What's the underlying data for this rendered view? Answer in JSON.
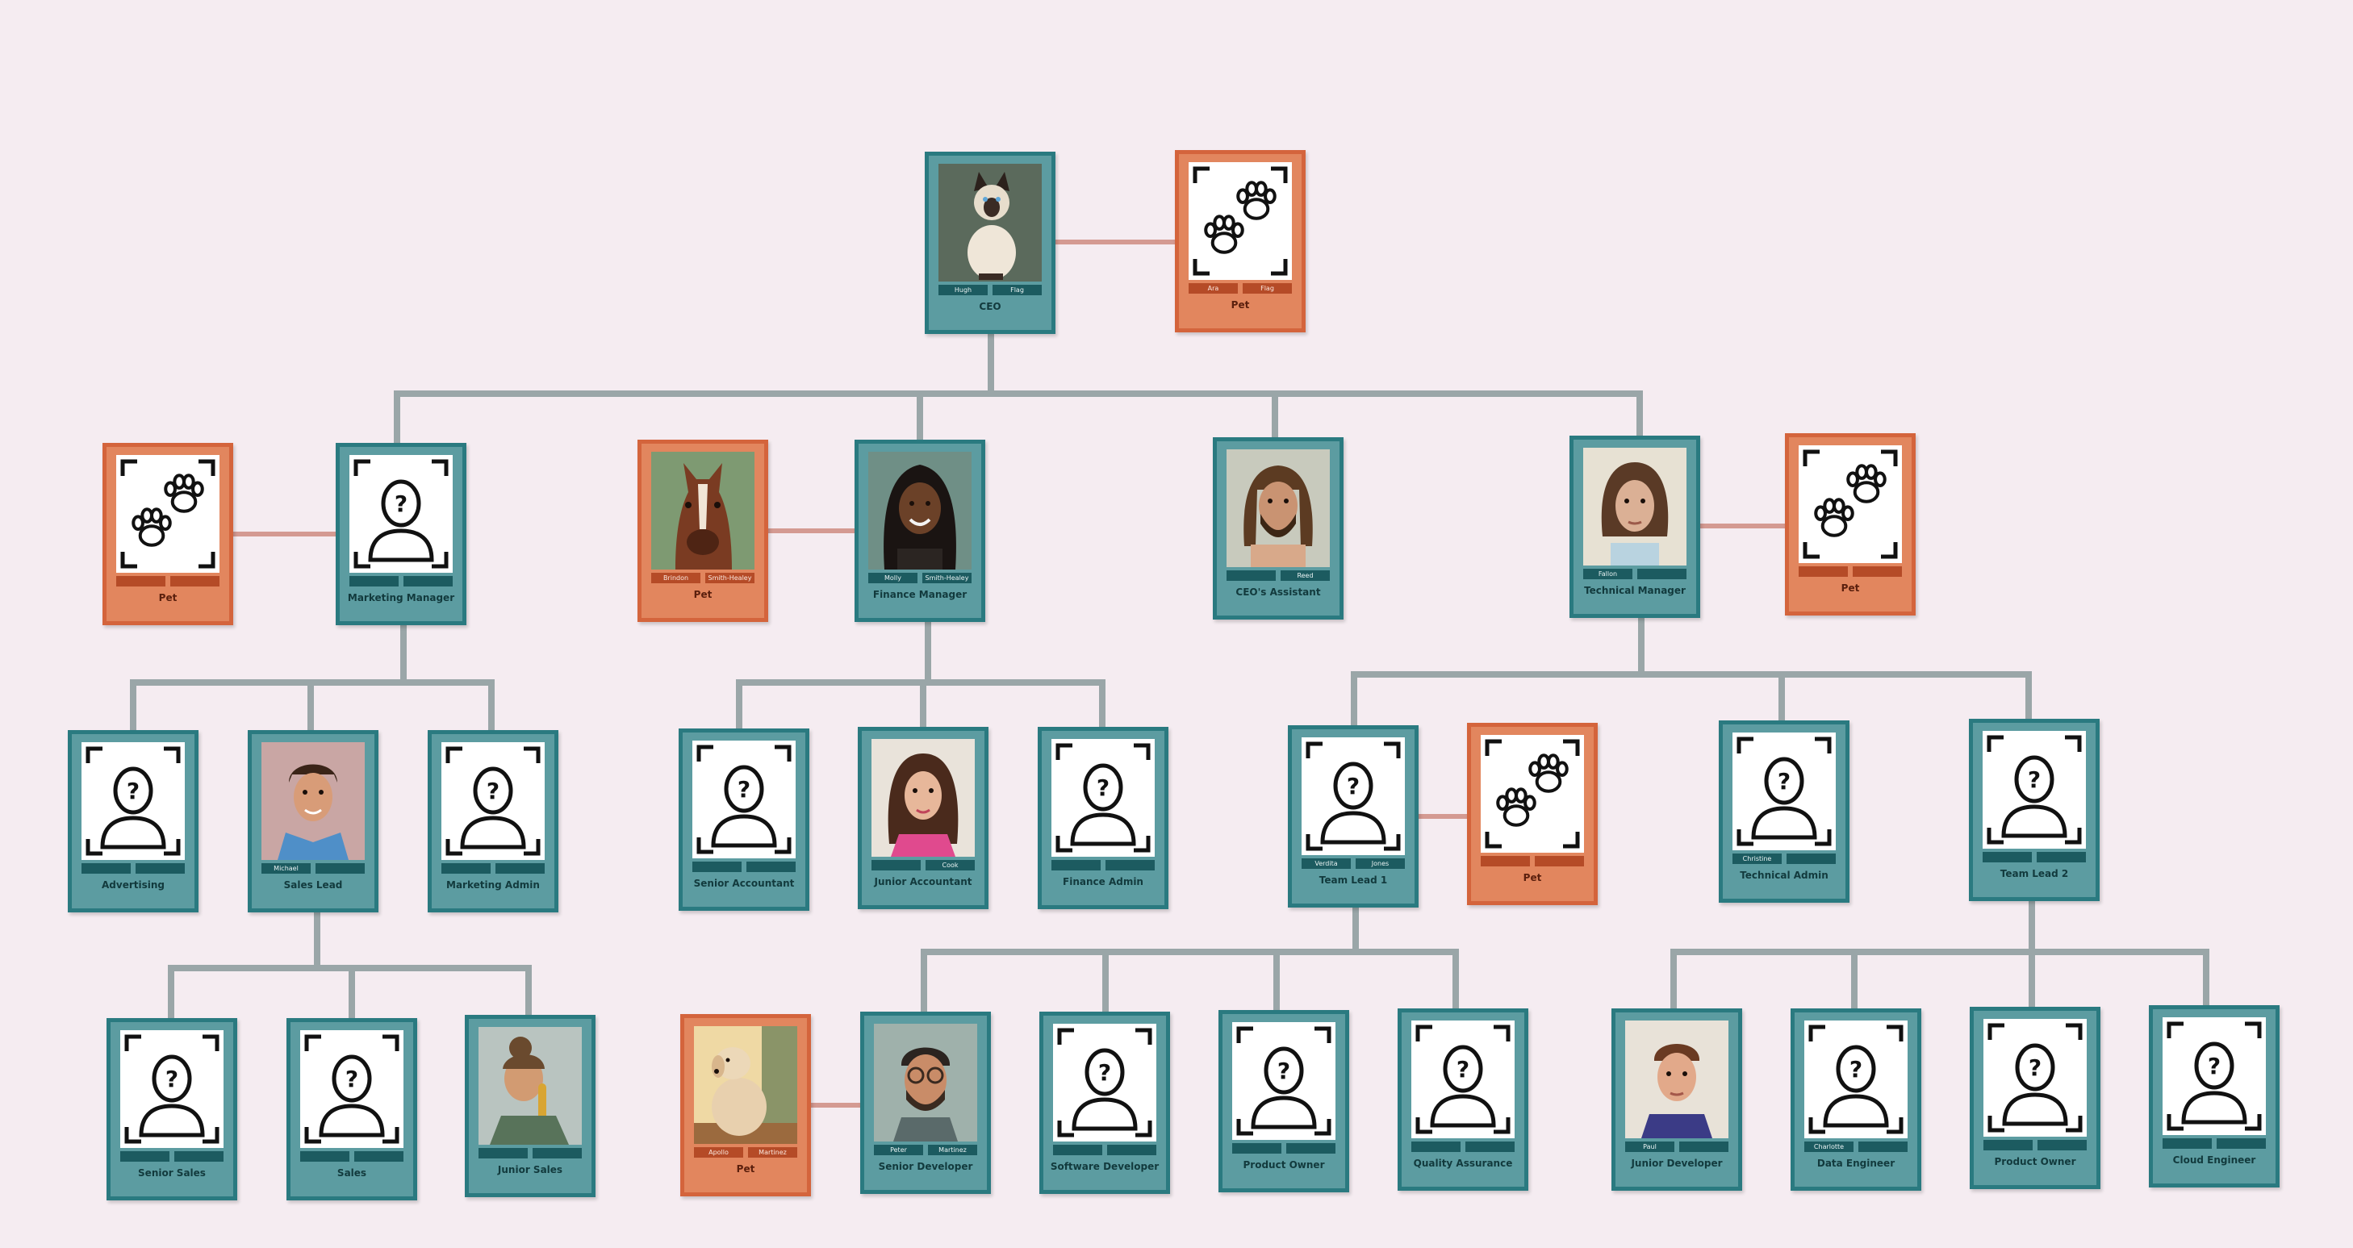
{
  "colors": {
    "background": "#f5ecf1",
    "employee_card": "#2a7a80",
    "pet_card": "#d4643c",
    "line": "#9aa6a8",
    "pet_link": "#d49a92"
  },
  "cards": {
    "ceo": {
      "role": "CEO",
      "first": "Hugh",
      "last": "Flag",
      "icon": "siamese-cat-portrait"
    },
    "ceo_pet": {
      "role": "Pet",
      "first": "Ara",
      "last": "Flag",
      "icon": "paw-prints-icon"
    },
    "marketing_manager": {
      "role": "Marketing Manager",
      "first": "",
      "last": "",
      "icon": "unknown-person-icon"
    },
    "marketing_pet": {
      "role": "Pet",
      "first": "",
      "last": "",
      "icon": "paw-prints-icon"
    },
    "finance_pet": {
      "role": "Pet",
      "first": "Brindon",
      "last": "Smith-Healey",
      "icon": "horse-portrait"
    },
    "finance_manager": {
      "role": "Finance Manager",
      "first": "Molly",
      "last": "Smith-Healey",
      "icon": "woman-braids-portrait"
    },
    "ceos_assistant": {
      "role": "CEO's Assistant",
      "first": "",
      "last": "Reed",
      "icon": "bearded-man-portrait"
    },
    "technical_manager": {
      "role": "Technical Manager",
      "first": "Fallon",
      "last": "",
      "icon": "woman-bob-portrait"
    },
    "technical_pet": {
      "role": "Pet",
      "first": "",
      "last": "",
      "icon": "paw-prints-icon"
    },
    "advertising": {
      "role": "Advertising",
      "first": "",
      "last": "",
      "icon": "unknown-person-icon"
    },
    "sales_lead": {
      "role": "Sales Lead",
      "first": "Michael",
      "last": "",
      "icon": "man-blue-jacket-portrait"
    },
    "marketing_admin": {
      "role": "Marketing Admin",
      "first": "",
      "last": "",
      "icon": "unknown-person-icon"
    },
    "senior_accountant": {
      "role": "Senior Accountant",
      "first": "",
      "last": "",
      "icon": "unknown-person-icon"
    },
    "junior_accountant": {
      "role": "Junior Accountant",
      "first": "",
      "last": "Cook",
      "icon": "woman-pink-top-portrait"
    },
    "finance_admin": {
      "role": "Finance Admin",
      "first": "",
      "last": "",
      "icon": "unknown-person-icon"
    },
    "team_lead_1": {
      "role": "Team Lead 1",
      "first": "Verdita",
      "last": "Jones",
      "icon": "unknown-person-icon"
    },
    "team_lead_1_pet": {
      "role": "Pet",
      "first": "",
      "last": "",
      "icon": "paw-prints-icon"
    },
    "technical_admin": {
      "role": "Technical Admin",
      "first": "Christine",
      "last": "",
      "icon": "unknown-person-icon"
    },
    "team_lead_2": {
      "role": "Team Lead 2",
      "first": "",
      "last": "",
      "icon": "unknown-person-icon"
    },
    "senior_sales": {
      "role": "Senior Sales",
      "first": "",
      "last": "",
      "icon": "unknown-person-icon"
    },
    "sales": {
      "role": "Sales",
      "first": "",
      "last": "",
      "icon": "unknown-person-icon"
    },
    "junior_sales": {
      "role": "Junior Sales",
      "first": "",
      "last": "",
      "icon": "saxophone-player-portrait"
    },
    "senior_dev_pet": {
      "role": "Pet",
      "first": "Apollo",
      "last": "Martinez",
      "icon": "dog-portrait"
    },
    "senior_developer": {
      "role": "Senior Developer",
      "first": "Peter",
      "last": "Martinez",
      "icon": "man-glasses-portrait"
    },
    "software_developer": {
      "role": "Software Developer",
      "first": "",
      "last": "",
      "icon": "unknown-person-icon"
    },
    "product_owner_1": {
      "role": "Product Owner",
      "first": "",
      "last": "",
      "icon": "unknown-person-icon"
    },
    "quality_assurance": {
      "role": "Quality Assurance",
      "first": "",
      "last": "",
      "icon": "unknown-person-icon"
    },
    "junior_developer": {
      "role": "Junior Developer",
      "first": "Paul",
      "last": "",
      "icon": "young-man-portrait"
    },
    "data_engineer": {
      "role": "Data Engineer",
      "first": "Charlotte",
      "last": "",
      "icon": "unknown-person-icon"
    },
    "product_owner_2": {
      "role": "Product Owner",
      "first": "",
      "last": "",
      "icon": "unknown-person-icon"
    },
    "cloud_engineer": {
      "role": "Cloud Engineer",
      "first": "",
      "last": "",
      "icon": "unknown-person-icon"
    }
  }
}
